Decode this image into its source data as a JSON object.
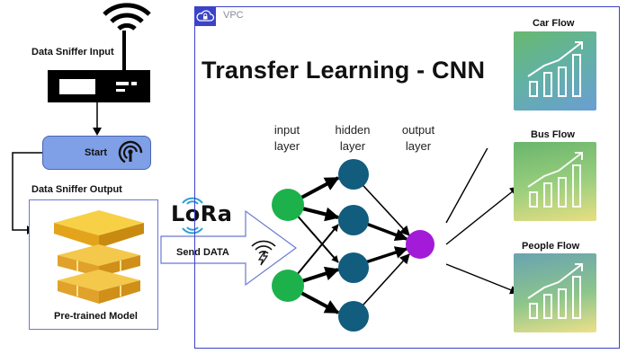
{
  "sniffer_input_label": "Data Sniffer Input",
  "start_label": "Start",
  "sniffer_output_label": "Data Sniffer Output",
  "model_label": "Pre-trained Model",
  "lora_text": "LoRa",
  "send_label": "Send DATA",
  "vpc_label": "VPC",
  "title": "Transfer Learning - CNN",
  "layers": {
    "input": [
      "input",
      "layer"
    ],
    "hidden": [
      "hidden",
      "layer"
    ],
    "output": [
      "output",
      "layer"
    ]
  },
  "flows": {
    "car": "Car Flow",
    "bus": "Bus Flow",
    "people": "People Flow"
  },
  "colors": {
    "vpc_border": "#3b43c9",
    "input_node": "#1db14c",
    "hidden_node": "#125c7e",
    "output_node": "#a31ad9",
    "start_box": "#7f9fe6"
  },
  "icons": [
    "wifi-icon",
    "router-icon",
    "podcast-icon",
    "stack-icon",
    "wireless-bolt-icon",
    "cloud-lock-icon",
    "chart-icon"
  ]
}
